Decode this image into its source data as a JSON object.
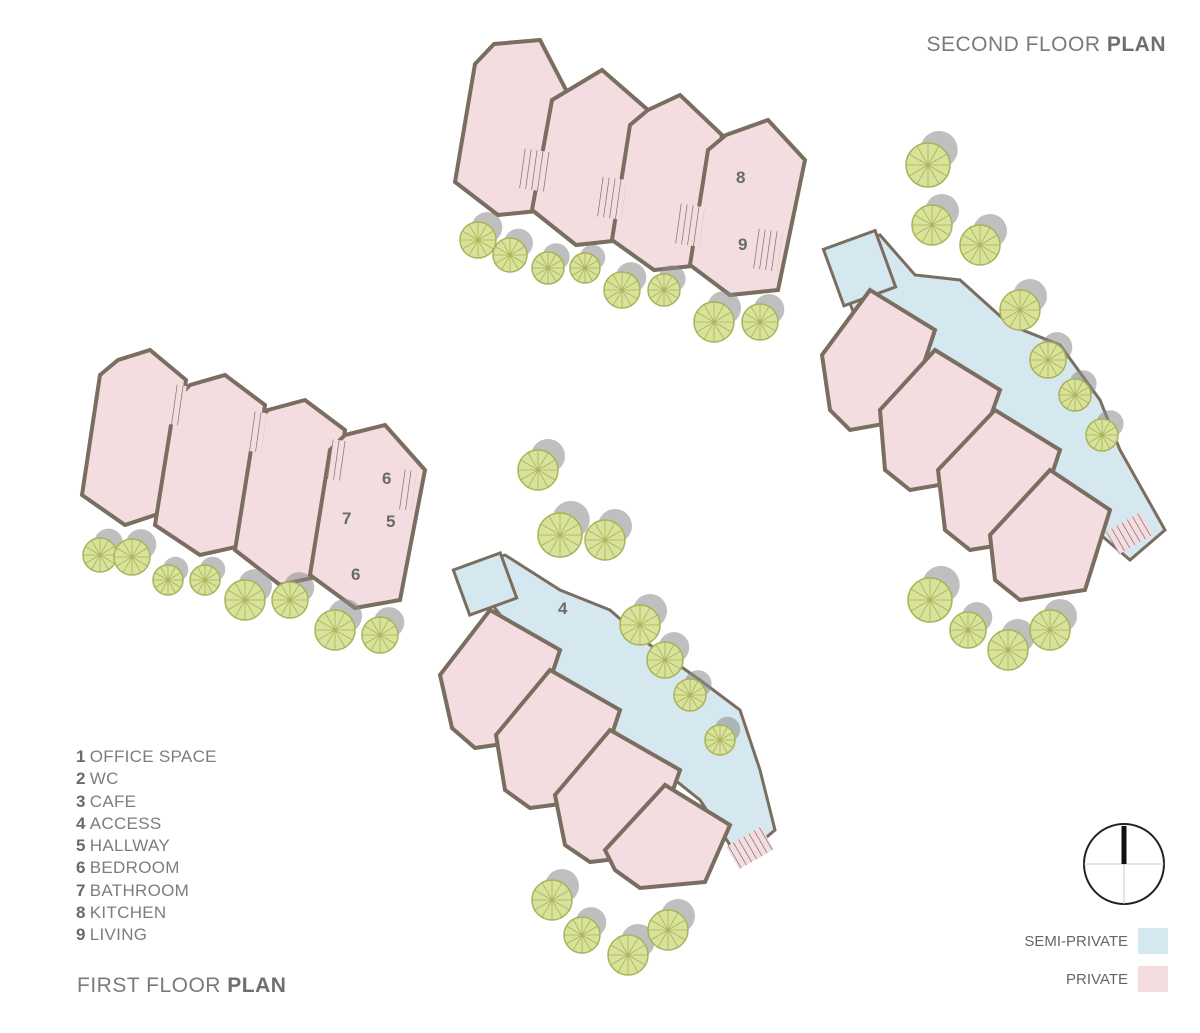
{
  "titles": {
    "second_floor_light": "SECOND FLOOR ",
    "second_floor_bold": "PLAN",
    "first_floor_light": "FIRST FLOOR ",
    "first_floor_bold": "PLAN"
  },
  "legend": [
    {
      "num": "1",
      "label": "OFFICE SPACE"
    },
    {
      "num": "2",
      "label": "WC"
    },
    {
      "num": "3",
      "label": "CAFE"
    },
    {
      "num": "4",
      "label": "ACCESS"
    },
    {
      "num": "5",
      "label": "HALLWAY"
    },
    {
      "num": "6",
      "label": "BEDROOM"
    },
    {
      "num": "7",
      "label": "BATHROOM"
    },
    {
      "num": "8",
      "label": "KITCHEN"
    },
    {
      "num": "9",
      "label": "LIVING"
    }
  ],
  "plan_labels": {
    "kitchen": "8",
    "living": "9",
    "bedroom_upper": "6",
    "bathroom": "7",
    "hallway": "5",
    "bedroom_lower": "6",
    "access": "4"
  },
  "zone_key": [
    {
      "label": "SEMI-PRIVATE",
      "color": "#d6e8ef"
    },
    {
      "label": "PRIVATE",
      "color": "#f3dde0"
    }
  ],
  "colors": {
    "private_fill": "#f3dde0",
    "semi_private_fill": "#d6e8ef",
    "wall": "#7a6e60",
    "tree_fill": "#d9e29a",
    "tree_stroke": "#a8b35a",
    "shrub": "#8a8a8a"
  },
  "icons": {
    "north_arrow": "north-arrow-icon",
    "tree": "tree-icon",
    "shrub": "shrub-icon"
  }
}
